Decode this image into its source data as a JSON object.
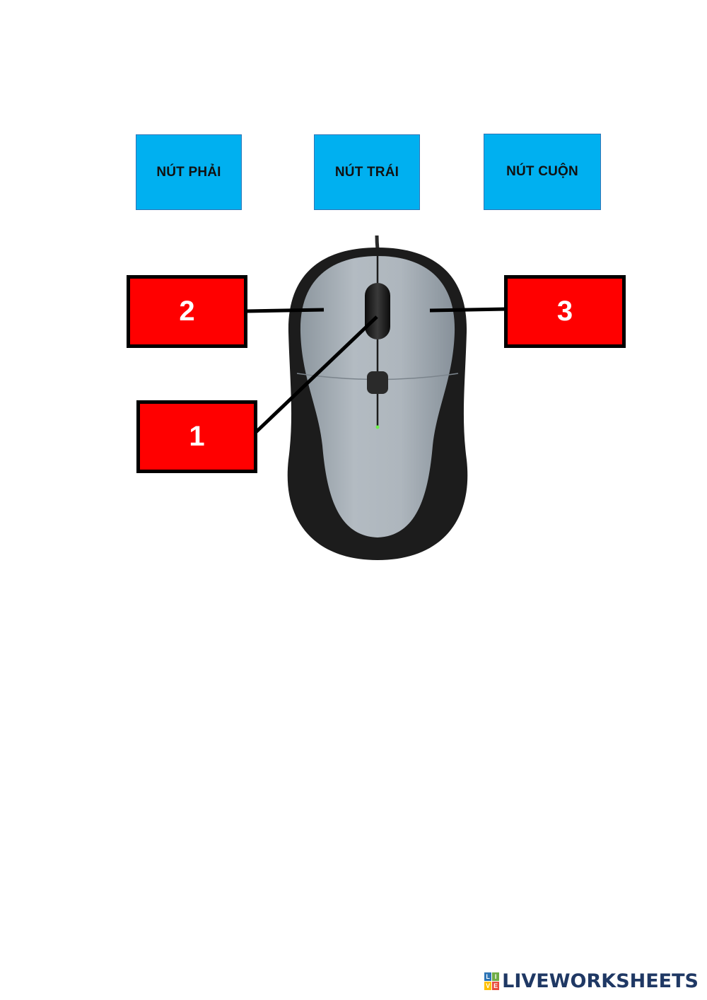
{
  "answer_cards": {
    "right_button": "NÚT PHẢI",
    "left_button": "NÚT TRÁI",
    "scroll_button": "NÚT CUỘN"
  },
  "number_boxes": {
    "box_1": "1",
    "box_2": "2",
    "box_3": "3"
  },
  "branding": {
    "logo_letters": [
      "L",
      "I",
      "V",
      "E"
    ],
    "text": "LIVEWORKSHEETS"
  },
  "colors": {
    "answer_card": "#00b0f0",
    "number_box": "#ff0000",
    "mouse_body": "#a2abb3",
    "mouse_shell": "#1c1c1c",
    "brand": "#1f3864"
  },
  "icons": {
    "figure": "computer-mouse-illustration"
  }
}
